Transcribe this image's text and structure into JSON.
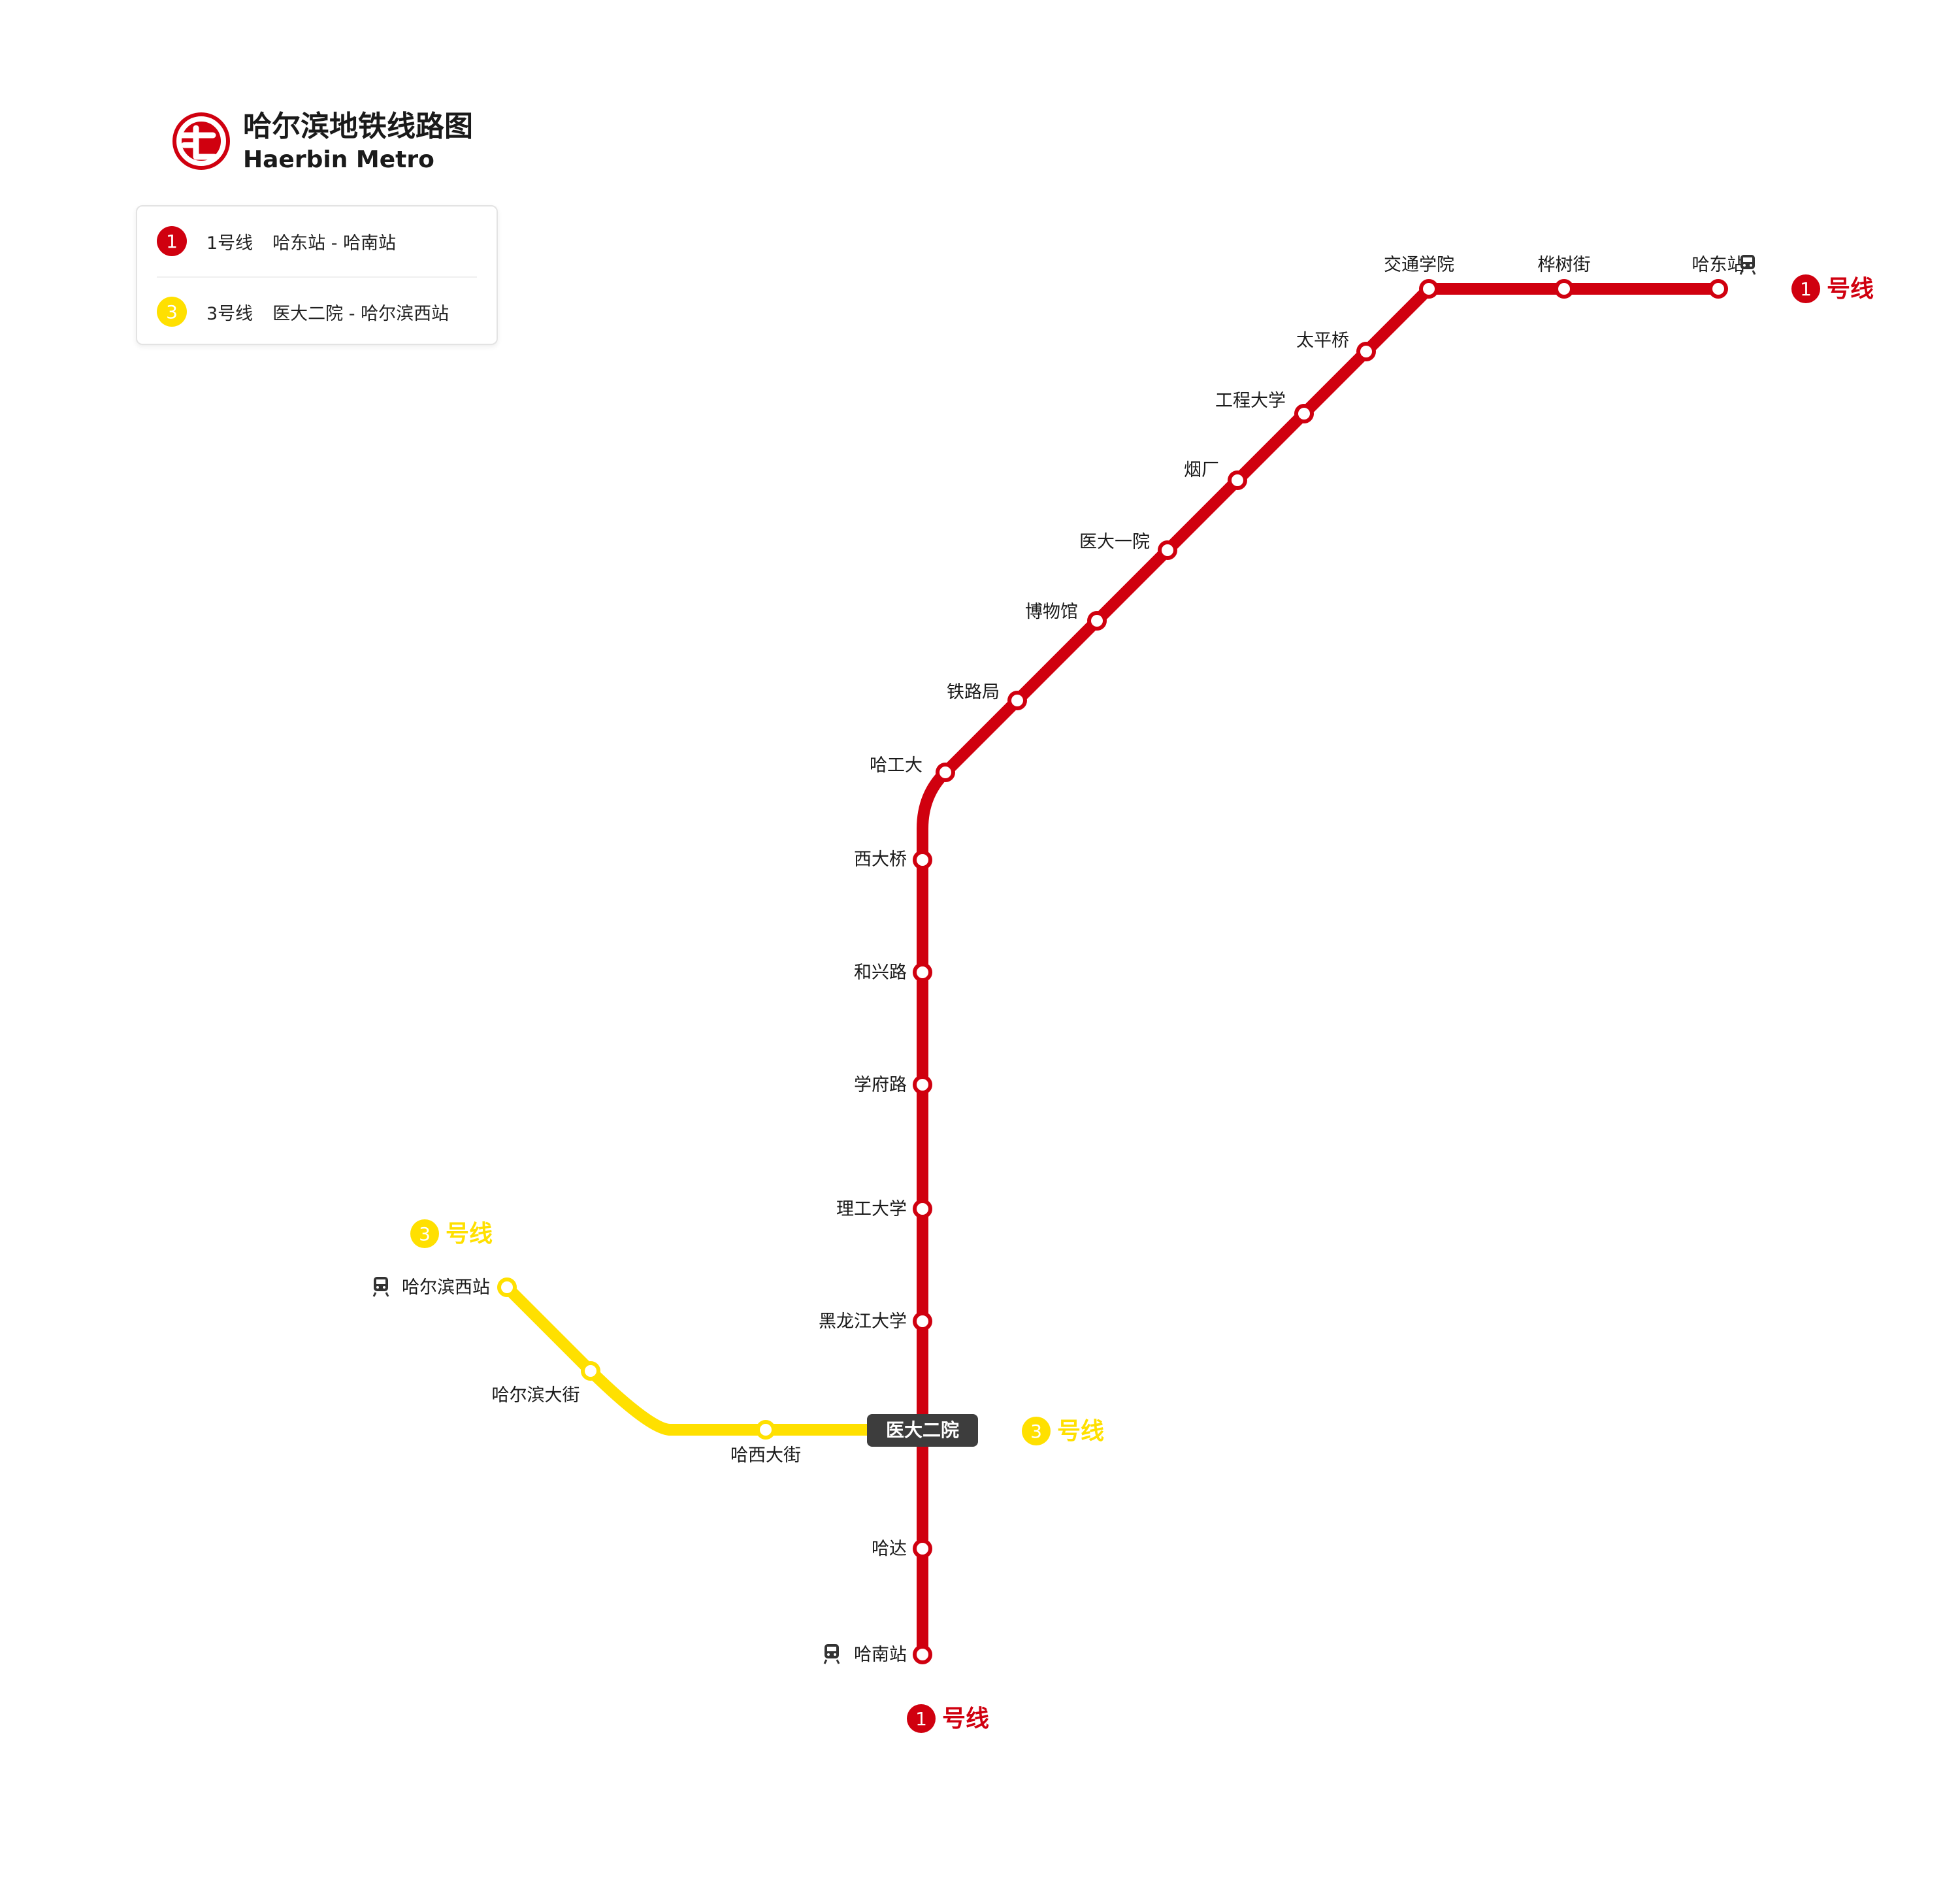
{
  "header": {
    "title_zh": "哈尔滨地铁线路图",
    "title_en": "Haerbin Metro"
  },
  "colors": {
    "line1": "#D0000F",
    "line3": "#FFE000",
    "transfer_bg": "#3D3D3D",
    "text": "#1A1A1A",
    "white": "#FFFFFF"
  },
  "icons": {
    "logo": "metro-logo-icon",
    "railway": "train-station-icon"
  },
  "legend": [
    {
      "number": "1",
      "name": "1号线",
      "range": "哈东站 - 哈南站",
      "color": "#D0000F"
    },
    {
      "number": "3",
      "name": "3号线",
      "range": "医大二院 - 哈尔滨西站",
      "color": "#FFE000"
    }
  ],
  "line_tags": {
    "number_1": "1",
    "number_3": "3",
    "suffix": "号线"
  },
  "line1": {
    "stations": [
      "哈东站",
      "桦树街",
      "交通学院",
      "太平桥",
      "工程大学",
      "烟厂",
      "医大一院",
      "博物馆",
      "铁路局",
      "哈工大",
      "西大桥",
      "和兴路",
      "学府路",
      "理工大学",
      "黑龙江大学",
      "医大二院",
      "哈达",
      "哈南站"
    ]
  },
  "line3": {
    "stations": [
      "医大二院",
      "哈西大街",
      "哈尔滨大街",
      "哈尔滨西站"
    ]
  },
  "transfer_station": "医大二院",
  "railway_stations": [
    "哈东站",
    "哈南站",
    "哈尔滨西站"
  ]
}
